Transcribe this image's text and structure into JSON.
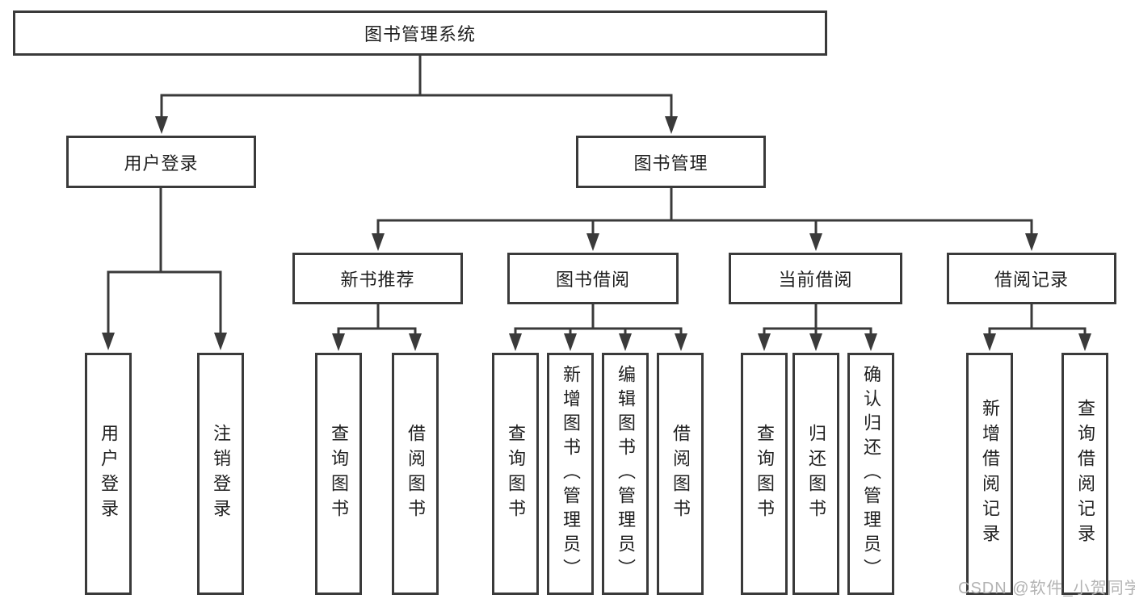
{
  "nodes": {
    "root": {
      "label": "图书管理系统"
    },
    "level2": [
      {
        "label": "用户登录"
      },
      {
        "label": "图书管理"
      }
    ],
    "level3": [
      {
        "label": "新书推荐"
      },
      {
        "label": "图书借阅"
      },
      {
        "label": "当前借阅"
      },
      {
        "label": "借阅记录"
      }
    ],
    "leaves": [
      {
        "label": "用户登录"
      },
      {
        "label": "注销登录"
      },
      {
        "label": "查询图书"
      },
      {
        "label": "借阅图书"
      },
      {
        "label": "查询图书"
      },
      {
        "label": "新增图书（管理员）"
      },
      {
        "label": "编辑图书（管理员）"
      },
      {
        "label": "借阅图书"
      },
      {
        "label": "查询图书"
      },
      {
        "label": "归还图书"
      },
      {
        "label": "确认归还（管理员）"
      },
      {
        "label": "新增借阅记录"
      },
      {
        "label": "查询借阅记录"
      }
    ]
  },
  "watermark": {
    "text": "CSDN @软件_小贺同学"
  },
  "colors": {
    "line": "#3a3a3a",
    "box_fill": "#ffffff",
    "text": "#1f1f1f",
    "watermark": "#b3b3b3"
  }
}
